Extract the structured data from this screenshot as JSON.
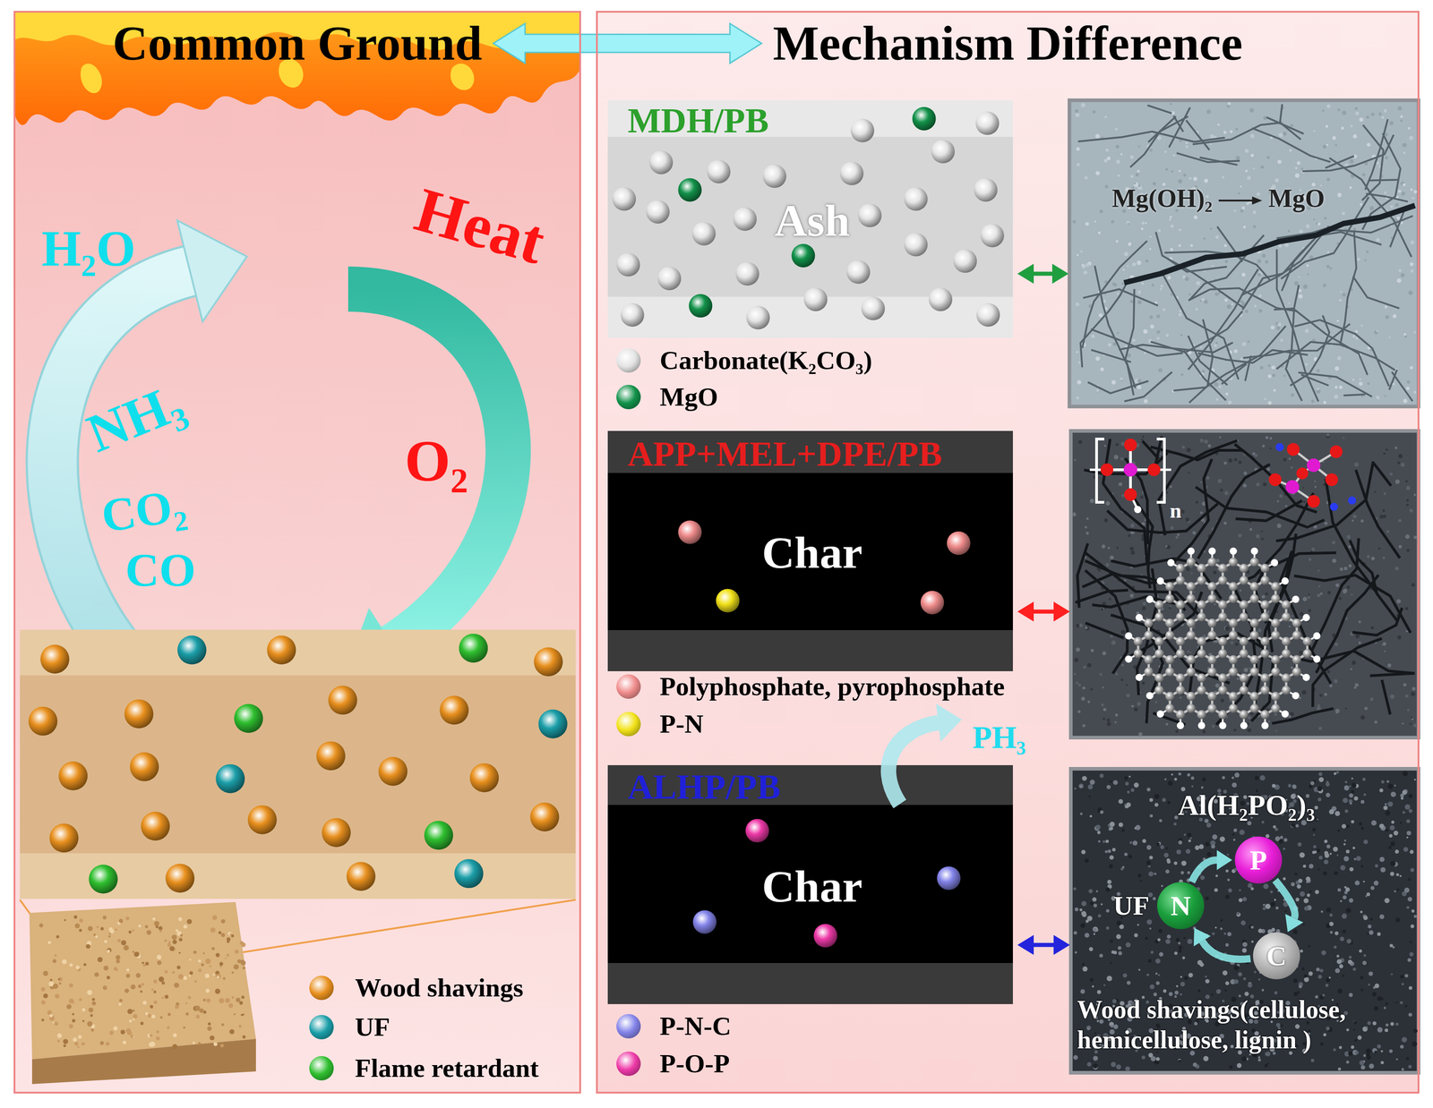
{
  "diagram": {
    "nodes": [
      {
        "text": [
          "Common Ground"
        ]
      },
      {
        "text": [
          "Mechanism Difference"
        ]
      },
      {
        "text": [
          "MDH/PB",
          "Ash"
        ],
        "in": 1
      },
      {
        "text": [
          "Mg(OH)₂",
          "MgO"
        ],
        "in": 1
      },
      {
        "text": [
          "APP+MEL+DPE/PB",
          "Char"
        ],
        "in": 1
      },
      {
        "text": [
          "n"
        ],
        "in": 1
      },
      {
        "text": [
          "ALHP/PB",
          "Char"
        ],
        "in": 1
      },
      {
        "text": [
          "Al(H₂PO₂)₃",
          "UF",
          "Wood shavings(cellulose, hemicellulose, lignin )"
        ],
        "in": 1
      },
      {
        "text": [
          "P"
        ],
        "in": 7
      },
      {
        "text": [
          "N"
        ],
        "in": 7
      },
      {
        "text": [
          "C"
        ],
        "in": 7
      }
    ],
    "edges": [
      {
        "from": 0,
        "to": 1,
        "arrow": "both"
      },
      {
        "from": 2,
        "to": 3,
        "arrow": "both"
      },
      {
        "from": 4,
        "to": 5,
        "arrow": "both"
      },
      {
        "from": 6,
        "to": 7,
        "arrow": "both"
      },
      {
        "from": 9,
        "to": 8,
        "arrow": "to"
      },
      {
        "from": 8,
        "to": 10,
        "arrow": "to"
      },
      {
        "from": 10,
        "to": 9,
        "arrow": "to"
      }
    ],
    "labels": [
      "H₂O",
      "NH₃",
      "CO₂",
      "CO",
      "Heat",
      "O₂",
      "PH₃"
    ],
    "legend": [
      {
        "text": "Wood shavings",
        "color": "#e8901e"
      },
      {
        "text": "UF",
        "color": "#1b9ea8"
      },
      {
        "text": "Flame retardant",
        "color": "#2fbf2f"
      },
      {
        "text": "Carbonate(K₂CO₃)",
        "color": "#e4e4e4"
      },
      {
        "text": "MgO",
        "color": "#12924a"
      },
      {
        "text": "Polyphosphate, pyrophosphate",
        "color": "#f08c8c"
      },
      {
        "text": "P-N",
        "color": "#f2e21a"
      },
      {
        "text": "P-N-C",
        "color": "#8484ea"
      },
      {
        "text": "P-O-P",
        "color": "#ee3aa8"
      }
    ]
  }
}
